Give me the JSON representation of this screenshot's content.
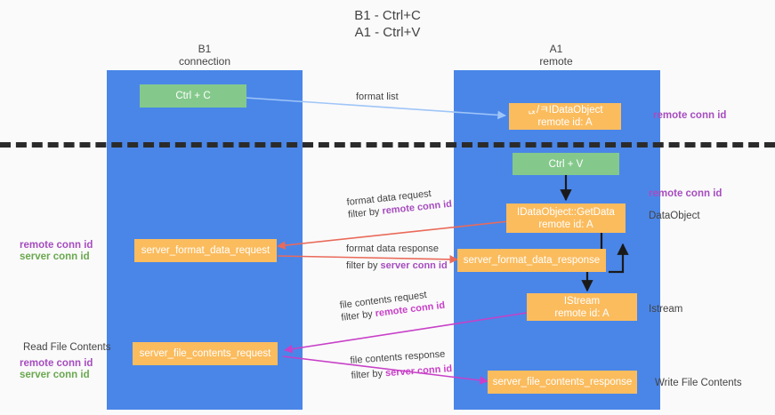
{
  "title": "B1 - Ctrl+C\nA1 - Ctrl+V",
  "lanes": [
    {
      "id": "b1",
      "label": "B1\nconnection"
    },
    {
      "id": "a1",
      "label": "A1\nremote"
    }
  ],
  "nodes": {
    "ctrl_c": {
      "line1": "Ctrl + C",
      "line2": ""
    },
    "idataobject_top": {
      "line1": "ᆬ/ㅋIDataObject",
      "line2": "remote id: A"
    },
    "ctrl_v": {
      "line1": "Ctrl + V",
      "line2": ""
    },
    "getdata": {
      "line1": "IDataObject::GetData",
      "line2": "remote id: A"
    },
    "server_format_data_request": {
      "line1": "server_format_data_request",
      "line2": ""
    },
    "server_format_data_response": {
      "line1": "server_format_data_response",
      "line2": ""
    },
    "istream": {
      "line1": "IStream",
      "line2": "remote id: A"
    },
    "server_file_contents_request": {
      "line1": "server_file_contents_request",
      "line2": ""
    },
    "server_file_contents_response": {
      "line1": "server_file_contents_response",
      "line2": ""
    }
  },
  "edge_labels": {
    "format_list": "format list",
    "format_data_request": "format data request",
    "format_data_request_filter_prefix": "filter by ",
    "format_data_request_filter_key": "remote conn id",
    "format_data_response": "format data response",
    "format_data_response_filter_prefix": "filter by ",
    "format_data_response_filter_key": "server conn id",
    "file_contents_request": "file contents request",
    "file_contents_request_filter_prefix": "filter by ",
    "file_contents_request_filter_key": "remote conn id",
    "file_contents_response": "file contents response",
    "file_contents_response_filter_prefix": "filter by ",
    "file_contents_response_filter_key": "server conn id"
  },
  "side_labels": {
    "right_remote_conn_id_top": "remote conn id",
    "right_remote_conn_id_mid": "remote conn id",
    "right_dataobject": "DataObject",
    "right_istream": "Istream",
    "right_write_file_contents": "Write File Contents",
    "left_remote_conn_id_mid": "remote conn id",
    "left_server_conn_id_mid": "server conn id",
    "left_read_file_contents": "Read File Contents",
    "left_remote_conn_id_bottom": "remote conn id",
    "left_server_conn_id_bottom": "server conn id"
  },
  "colors": {
    "lane": "#4a86e8",
    "node_green": "#84c98b",
    "node_orange": "#fbbc5e",
    "purple": "#a64dbf",
    "magenta": "#c840c8",
    "green_text": "#6aa84f",
    "edge_blue": "#9fc5f8",
    "edge_red": "#ea6a5a",
    "edge_black": "#1a1a1a",
    "edge_magenta": "#c840c8",
    "divider": "#2b2b2b",
    "background": "#fafafa"
  }
}
